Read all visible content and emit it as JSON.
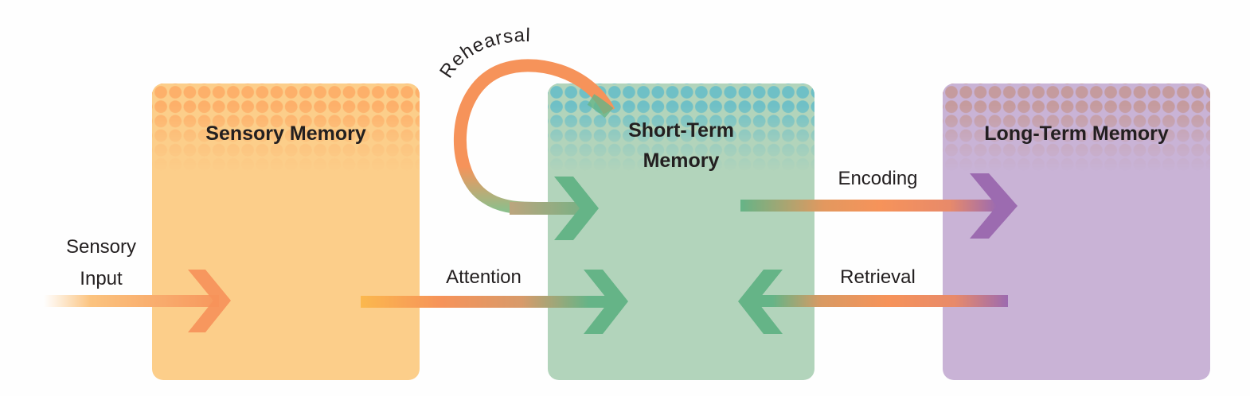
{
  "diagram": {
    "type": "memory-model",
    "stores": [
      {
        "id": "sensory",
        "title": "Sensory Memory",
        "color": "#fcce8a",
        "dot_color": "#fdb06a"
      },
      {
        "id": "stm",
        "title_line1": "Short-Term",
        "title_line2": "Memory",
        "color": "#b2d4bb",
        "dot_color": "#6fc0c6"
      },
      {
        "id": "ltm",
        "title": "Long-Term Memory",
        "color": "#c9b3d6",
        "dot_color": "#c59b9e"
      }
    ],
    "flows": {
      "input": {
        "line1": "Sensory",
        "line2": "Input",
        "from": "outside",
        "to": "Sensory Memory"
      },
      "attention": {
        "label": "Attention",
        "from": "Sensory Memory",
        "to": "Short-Term Memory"
      },
      "rehearsal": {
        "label": "Rehearsal",
        "from": "Short-Term Memory",
        "to": "Short-Term Memory"
      },
      "encoding": {
        "label": "Encoding",
        "from": "Short-Term Memory",
        "to": "Long-Term Memory"
      },
      "retrieval": {
        "label": "Retrieval",
        "from": "Long-Term Memory",
        "to": "Short-Term Memory"
      }
    },
    "colors": {
      "orange": "#f6935a",
      "yellow": "#fbb84e",
      "green": "#65b487",
      "purple": "#9c6bb0",
      "text": "#231f20"
    }
  }
}
